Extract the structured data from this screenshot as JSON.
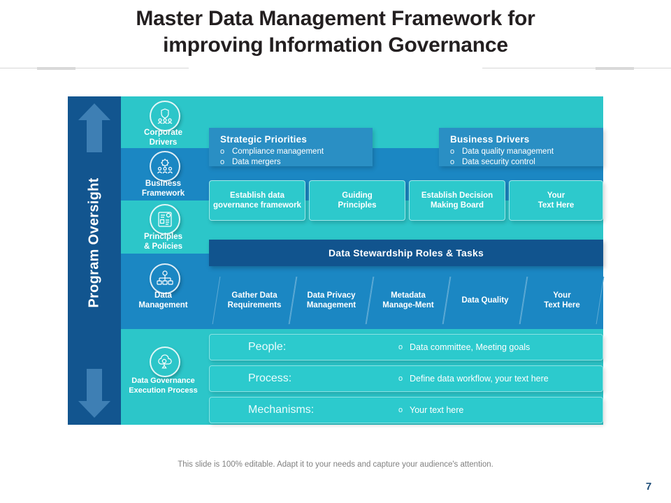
{
  "title": {
    "line1": "Master Data Management Framework for",
    "line2": "improving Information Governance"
  },
  "oversight": {
    "label": "Program Oversight",
    "arrow_up_icon": "arrow-up-icon",
    "arrow_down_icon": "arrow-down-icon",
    "color": "#12558f"
  },
  "bands": [
    {
      "label": "Corporate\nDrivers",
      "line1": "Corporate",
      "line2": "Drivers",
      "icon": "shield-people-icon",
      "color": "#2cc6c9"
    },
    {
      "label": "Business Framework",
      "line1": "Business",
      "line2": "Framework",
      "icon": "gear-people-icon",
      "color": "#1b87c3"
    },
    {
      "label": "Principles & Policies",
      "line1": "Principles",
      "line2": "& Policies",
      "icon": "policy-document-icon",
      "color": "#2cc6c9"
    },
    {
      "label": "Data Management",
      "line1": "Data",
      "line2": "Management",
      "icon": "data-network-icon",
      "color": "#1b87c3"
    },
    {
      "label": "Data Governance Execution Process",
      "line1": "Data Governance",
      "line2": "Execution Process",
      "icon": "cloud-governance-icon",
      "color": "#2cc6c9"
    }
  ],
  "header_boxes": [
    {
      "title": "Strategic Priorities",
      "bullet": "o",
      "items": [
        "Compliance management",
        "Data mergers"
      ]
    },
    {
      "title": "Business Drivers",
      "bullet": "o",
      "items": [
        "Data quality management",
        "Data security control"
      ]
    }
  ],
  "framework_pills": [
    {
      "line1": "Establish data",
      "line2": "governance framework"
    },
    {
      "line1": "Guiding",
      "line2": "Principles"
    },
    {
      "line1": "Establish Decision",
      "line2": "Making Board"
    },
    {
      "line1": "Your",
      "line2": "Text Here"
    }
  ],
  "stewardship_bar": {
    "label": "Data Stewardship Roles & Tasks",
    "color": "#11548e"
  },
  "management_boxes": [
    {
      "line1": "Gather Data",
      "line2": "Requirements"
    },
    {
      "line1": "Data Privacy",
      "line2": "Management"
    },
    {
      "line1": "Metadata",
      "line2": "Manage-Ment"
    },
    {
      "line1": "Data Quality",
      "line2": ""
    },
    {
      "line1": "Your",
      "line2": "Text Here"
    }
  ],
  "execution_rows": [
    {
      "key": "People:",
      "bullet": "o",
      "value": "Data committee, Meeting goals"
    },
    {
      "key": "Process:",
      "bullet": "o",
      "value": "Define data workflow,  your text here"
    },
    {
      "key": "Mechanisms:",
      "bullet": "o",
      "value": "Your text here"
    }
  ],
  "footer": {
    "note": "This slide is 100% editable. Adapt it to your needs and capture your audience's attention.",
    "page_number": "7"
  },
  "colors": {
    "teal": "#2cc6c9",
    "blue": "#1b87c3",
    "navy": "#12558f",
    "deep_navy": "#11548e",
    "header_box": "#2a8fc4",
    "pill": "#2dc9cc"
  }
}
